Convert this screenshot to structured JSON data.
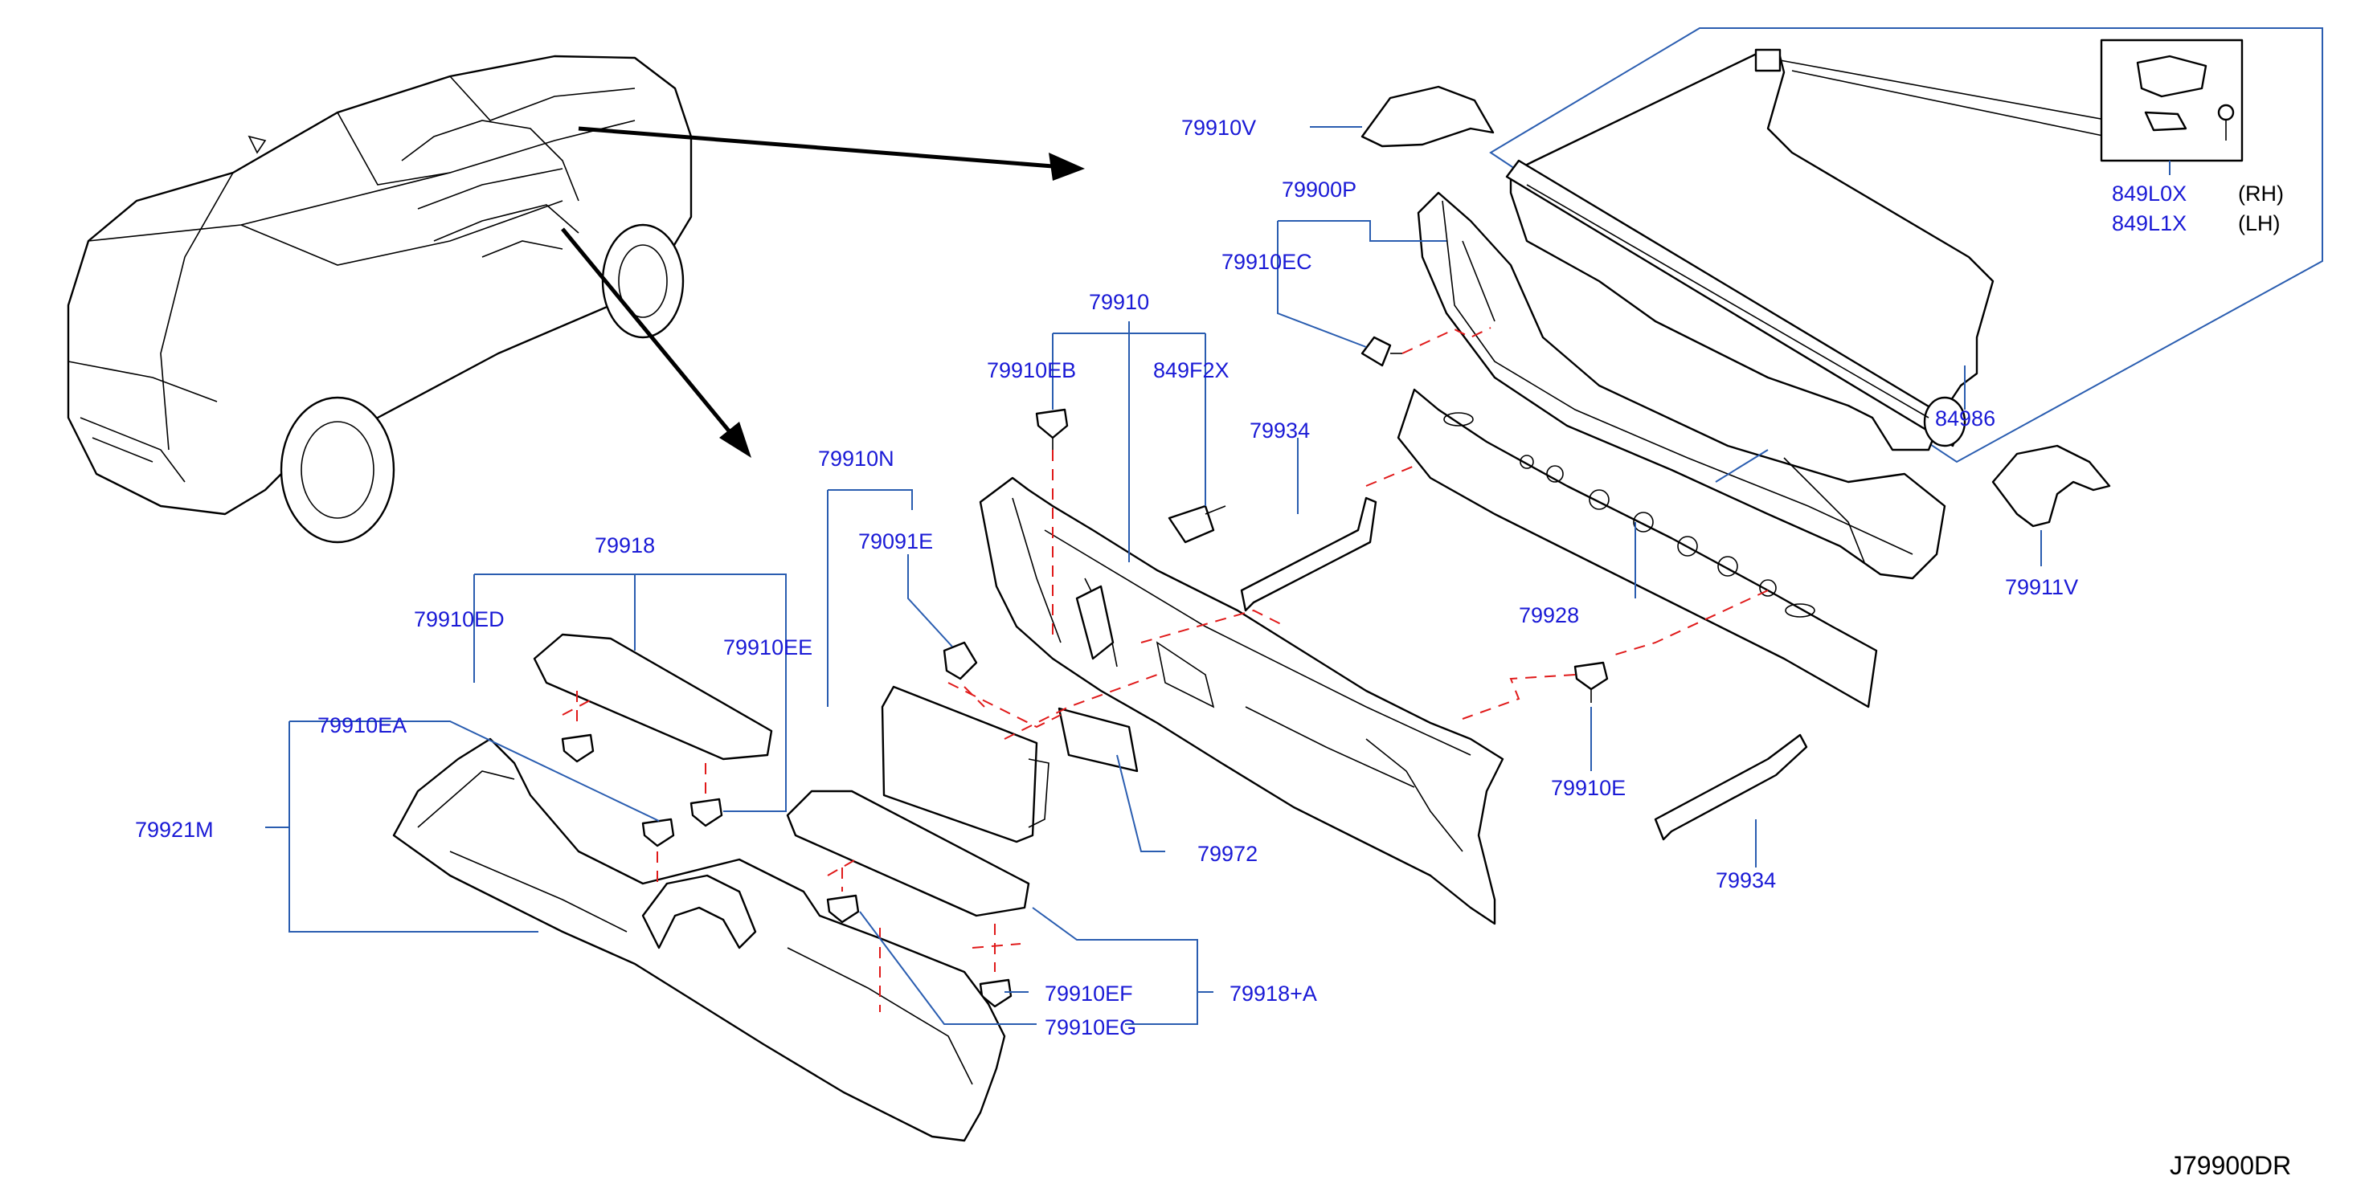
{
  "diagram_code": "J79900DR",
  "labels": {
    "p79910V": "79910V",
    "p79900P": "79900P",
    "p79910EC": "79910EC",
    "p79910": "79910",
    "p79910EB": "79910EB",
    "p849F2X": "849F2X",
    "p79934a": "79934",
    "p79934b": "79934",
    "p79910N": "79910N",
    "p79091E": "79091E",
    "p79918": "79918",
    "p79910ED": "79910ED",
    "p79910EE": "79910EE",
    "p79910EA": "79910EA",
    "p79921M": "79921M",
    "p79928": "79928",
    "p79910E": "79910E",
    "p79972": "79972",
    "p79910EF": "79910EF",
    "p79910EG": "79910EG",
    "p79918A": "79918+A",
    "p849L0X": "849L0X",
    "p849L1X": "849L1X",
    "p84986": "84986",
    "p79911V": "79911V"
  },
  "notes": {
    "rh": "(RH)",
    "lh": "(LH)"
  },
  "colors": {
    "label": "#1a1ad6",
    "leader": "#2a5db0",
    "dashed_link": "#e01a1a",
    "line_art": "#000000"
  }
}
